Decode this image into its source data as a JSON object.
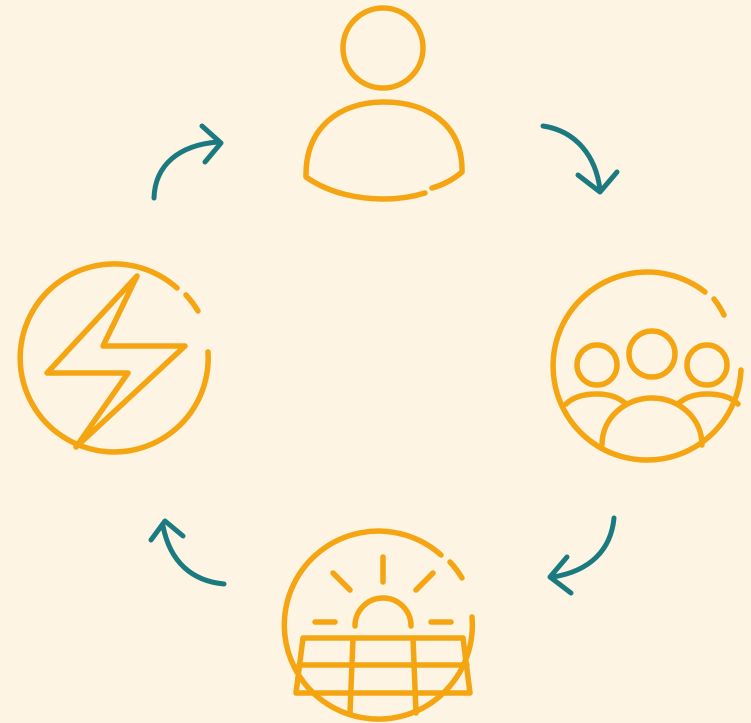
{
  "colors": {
    "background": "#fdf4e3",
    "icon_stroke": "#f5a511",
    "arrow_stroke": "#1b7a80"
  },
  "diagram": {
    "type": "cycle",
    "direction": "clockwise",
    "nodes": [
      {
        "id": "person",
        "icon": "person-icon"
      },
      {
        "id": "group",
        "icon": "group-of-people-icon"
      },
      {
        "id": "solar",
        "icon": "solar-panel-icon"
      },
      {
        "id": "energy",
        "icon": "lightning-bolt-icon"
      }
    ],
    "arrows": [
      {
        "from": "person",
        "to": "group",
        "icon": "curved-arrow-icon"
      },
      {
        "from": "group",
        "to": "solar",
        "icon": "curved-arrow-icon"
      },
      {
        "from": "solar",
        "to": "energy",
        "icon": "curved-arrow-icon"
      },
      {
        "from": "energy",
        "to": "person",
        "icon": "curved-arrow-icon"
      }
    ]
  }
}
